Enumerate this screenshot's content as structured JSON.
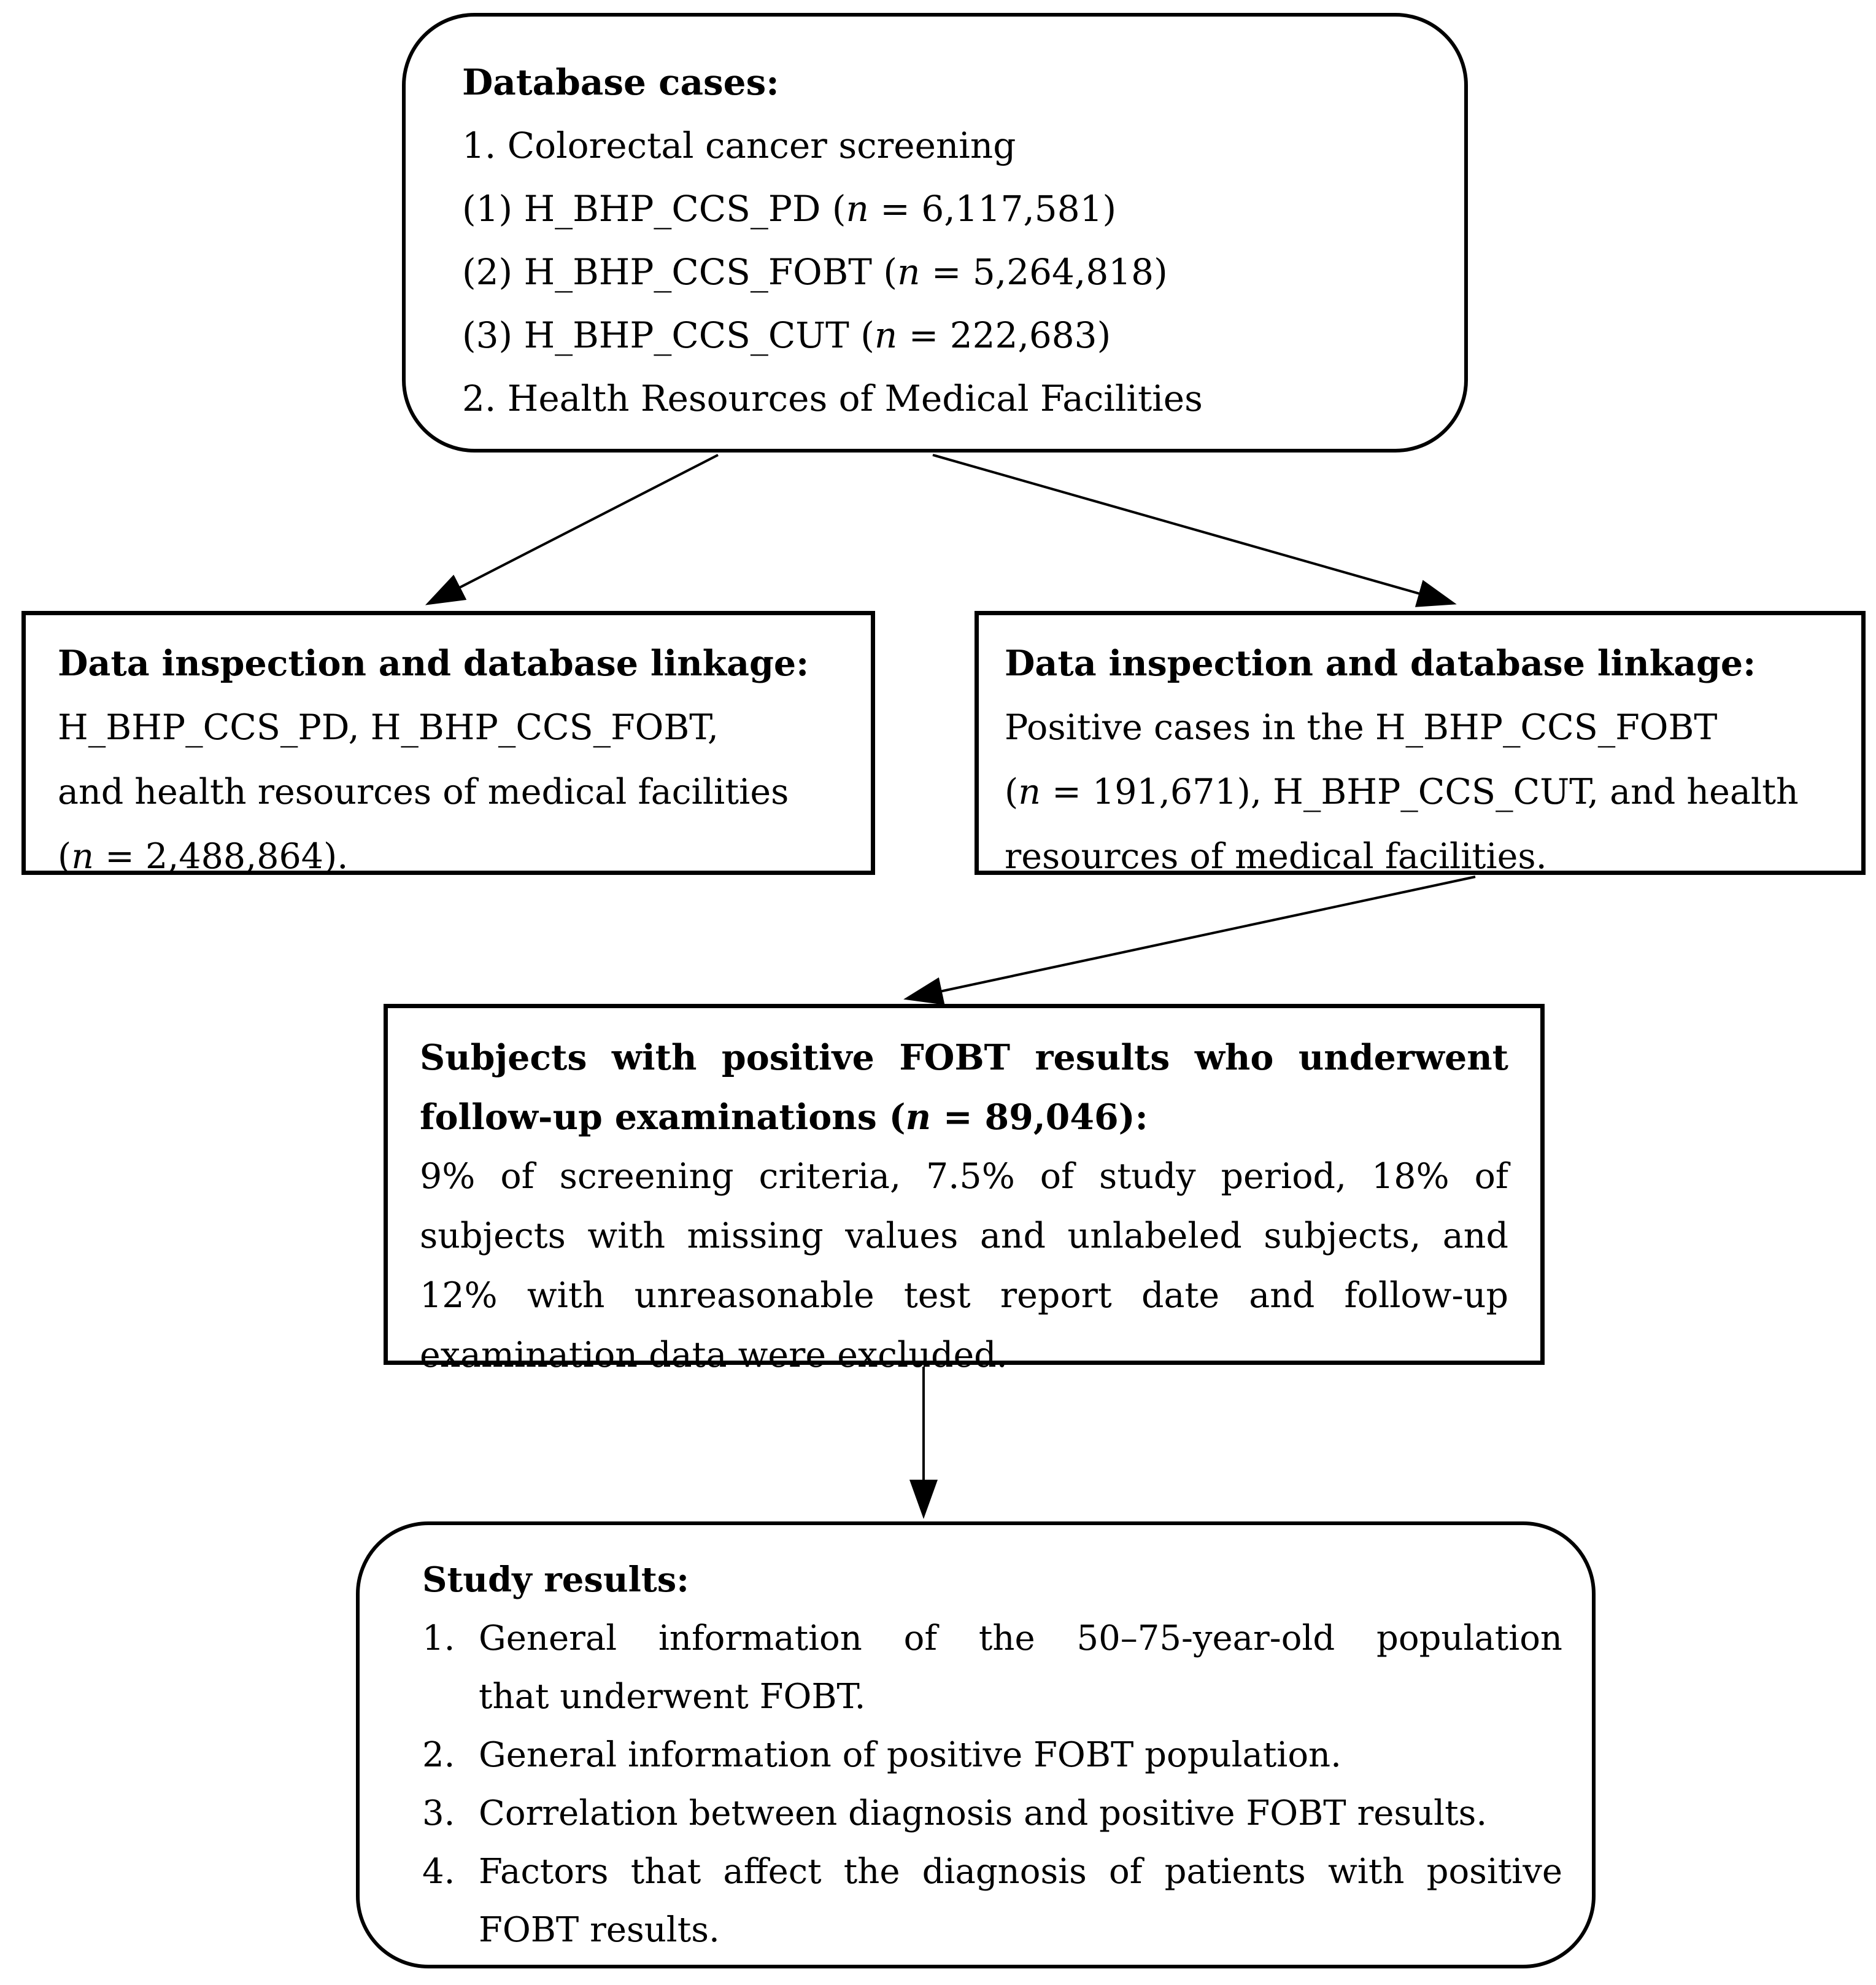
{
  "page": {
    "background": "#ffffff",
    "ink": "#000000"
  },
  "top_box": {
    "title": "Database cases:",
    "lines": [
      "1. Colorectal cancer screening",
      "(1) H_BHP_CCS_PD (n = 6,117,581)",
      "(2) H_BHP_CCS_FOBT (n = 5,264,818)",
      "(3) H_BHP_CCS_CUT (n = 222,683)",
      "2. Health Resources of Medical Facilities"
    ]
  },
  "left_box": {
    "title": "Data inspection and database linkage:",
    "lines": [
      "H_BHP_CCS_PD, H_BHP_CCS_FOBT,",
      "and health resources of medical facilities",
      "(n = 2,488,864)."
    ]
  },
  "right_box": {
    "title": "Data inspection and database linkage:",
    "lines": [
      "Positive cases in the H_BHP_CCS_FOBT",
      "(n = 191,671), H_BHP_CCS_CUT, and health",
      "resources of medical facilities."
    ]
  },
  "center_box": {
    "title_lines": [
      {
        "t": "Subjects with positive FOBT results who underwent",
        "j": true,
        "b": true
      },
      {
        "t": "follow-up examinations (n = 89,046):",
        "b": true
      }
    ],
    "body_lines": [
      {
        "t": "9% of screening criteria, 7.5% of study period, 18% of",
        "j": true
      },
      {
        "t": "subjects with missing values and unlabeled subjects, and",
        "j": true
      },
      {
        "t": "12% with unreasonable test report date and follow-up",
        "j": true
      },
      {
        "t": "examination data were excluded."
      }
    ]
  },
  "bottom_box": {
    "title": "Study results:",
    "items": [
      {
        "num": "1.",
        "lines": [
          {
            "t": "General information of the 50–75-year-old population",
            "j": true
          },
          {
            "t": "that underwent FOBT."
          }
        ]
      },
      {
        "num": "2.",
        "lines": [
          {
            "t": "General information of positive FOBT population."
          }
        ]
      },
      {
        "num": "3.",
        "lines": [
          {
            "t": "Correlation between diagnosis and positive FOBT results."
          }
        ]
      },
      {
        "num": "4.",
        "lines": [
          {
            "t": "Factors that affect the diagnosis of patients with positive",
            "j": true
          },
          {
            "t": "FOBT results."
          }
        ]
      }
    ]
  },
  "arrows": [
    {
      "from": "database-cases",
      "to": "linkage-left"
    },
    {
      "from": "database-cases",
      "to": "linkage-right"
    },
    {
      "from": "linkage-right",
      "to": "positive-fobt-subjects"
    },
    {
      "from": "positive-fobt-subjects",
      "to": "study-results"
    }
  ]
}
